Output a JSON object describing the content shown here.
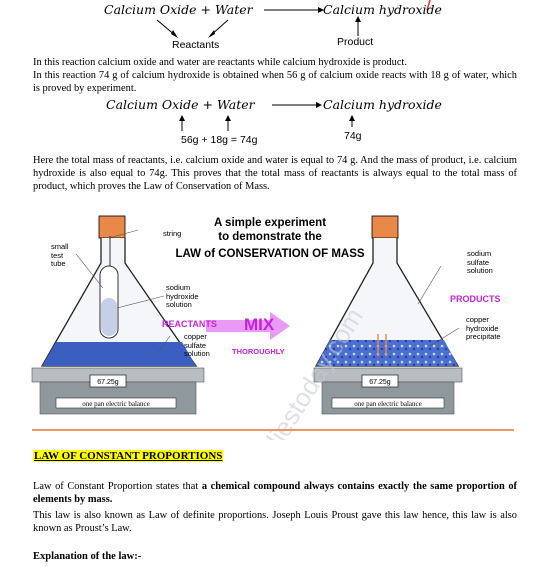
{
  "equation1": {
    "left": "Calcium Oxide + Water",
    "right": "Calcium hydroxide",
    "reactants_label": "Reactants",
    "product_label": "Product"
  },
  "para1": {
    "line1": "In this reaction calcium oxide and water are reactants while calcium hydroxide is product.",
    "line2": "In this reaction 74 g of calcium hydroxide is obtained when 56 g of calcium oxide reacts with 18 g of water, which is proved by experiment."
  },
  "equation2": {
    "left": "Calcium Oxide + Water",
    "right": "Calcium hydroxide",
    "mass_left": "56g + 18g = 74g",
    "mass_right": "74g"
  },
  "para2": "Here the total mass of reactants, i.e. calcium oxide and water is equal to 74 g. And the mass of product, i.e. calcium hydroxide is also equal to 74g. This proves that the total mass of reactants is always equal to the total mass of product, which proves the Law of Conservation of Mass.",
  "figure": {
    "title_line1": "A simple experiment",
    "title_line2": "to demonstrate the",
    "title_line3": "LAW of CONSERVATION OF MASS",
    "string": "string",
    "small_test_tube": [
      "small",
      "test",
      "tube"
    ],
    "sodium_hydroxide_solution": [
      "sodium",
      "hydroxide",
      "solution"
    ],
    "copper_sulfate_solution": [
      "copper",
      "sulfate",
      "solution"
    ],
    "reactants": "REACTANTS",
    "mix": "MIX",
    "thoroughly": "THOROUGHLY",
    "sodium_sulfate_solution": [
      "sodium",
      "sulfate",
      "solution"
    ],
    "products": "PRODUCTS",
    "copper_hydroxide_precipitate": [
      "copper",
      "hydroxide",
      "precipitate"
    ],
    "reading_left": "67.25g",
    "reading_right": "67.25g",
    "balance_label": "one pan electric balance",
    "watermark": "www.studiestoday.com",
    "colors": {
      "accent": "#d946ef",
      "liquid": "#3b5fc0",
      "stopper": "#e8894a",
      "balance": "#9aa3a8"
    }
  },
  "section_heading": "LAW OF CONSTANT PROPORTIONS",
  "para3": {
    "text_pre": "Law of Constant Proportion states that ",
    "text_bold": "a chemical compound always contains exactly the same proportion of elements by mass."
  },
  "para4": "This law is also known as Law of definite proportions. Joseph Louis Proust gave this law hence, this law is also known as Proust’s Law.",
  "explanation_heading": "Explanation of the law:-"
}
